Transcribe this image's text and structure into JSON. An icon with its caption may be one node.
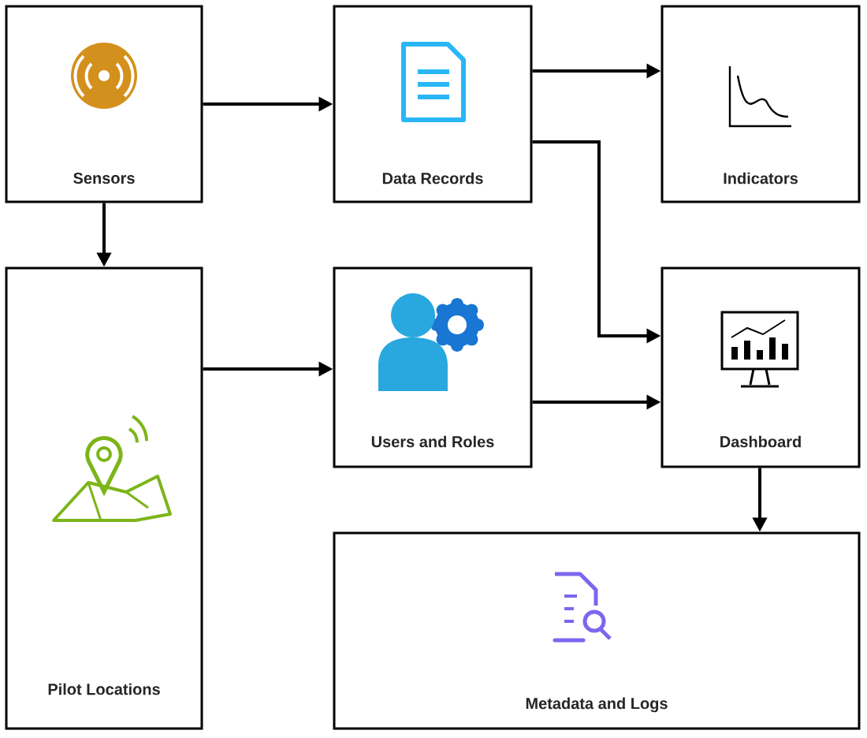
{
  "diagram": {
    "nodes": [
      {
        "text": [
          "Sensors"
        ]
      },
      {
        "text": [
          "Data Records"
        ]
      },
      {
        "text": [
          "Indicators"
        ]
      },
      {
        "text": [
          "Pilot Locations"
        ]
      },
      {
        "text": [
          "Users and Roles"
        ]
      },
      {
        "text": [
          "Dashboard"
        ]
      },
      {
        "text": [
          "Metadata and Logs"
        ]
      }
    ],
    "edges": [
      {
        "from": 0,
        "to": 1,
        "arrow": "to"
      },
      {
        "from": 0,
        "to": 3,
        "arrow": "to"
      },
      {
        "from": 1,
        "to": 2,
        "arrow": "to"
      },
      {
        "from": 1,
        "to": 5,
        "arrow": "to"
      },
      {
        "from": 3,
        "to": 4,
        "arrow": "to"
      },
      {
        "from": 4,
        "to": 5,
        "arrow": "to"
      },
      {
        "from": 5,
        "to": 6,
        "arrow": "to"
      }
    ]
  }
}
